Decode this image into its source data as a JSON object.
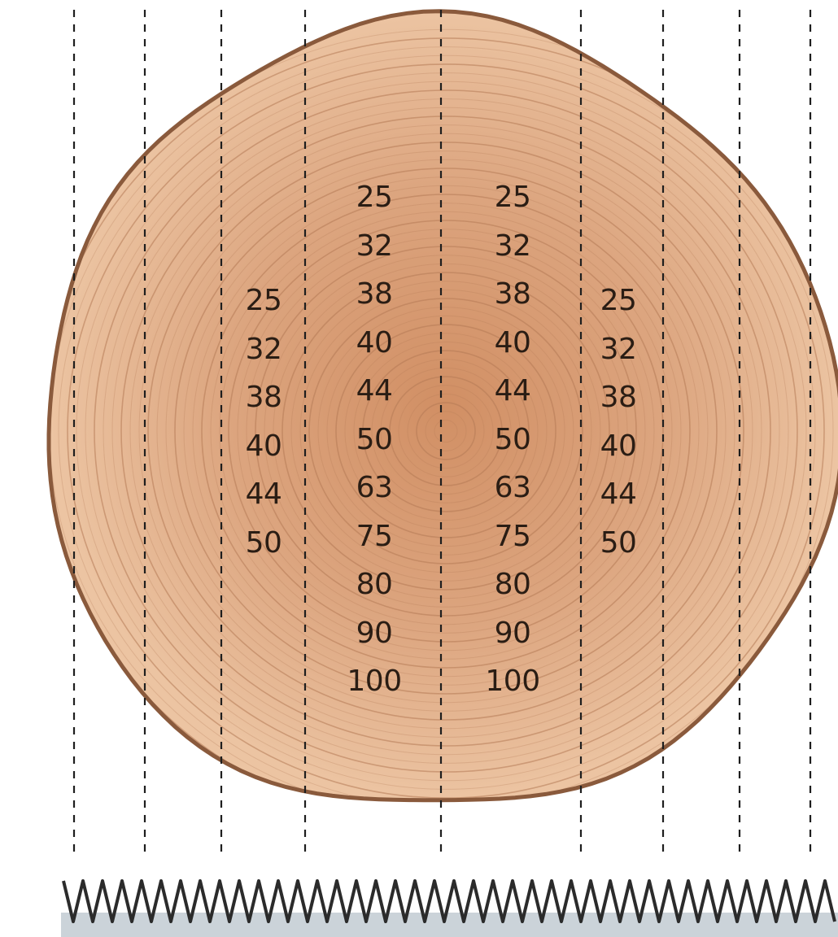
{
  "colors": {
    "background": "#ffffff",
    "wood_light": "#ecc4a2",
    "wood_mid": "#dca57f",
    "wood_core": "#d18f64",
    "bark": "#8a5a3c",
    "growth_ring": "#b47a55",
    "cut_line": "#1e1e1e",
    "saw_blade": "#2b2b2b",
    "saw_body": "#cbd3d9"
  },
  "log": {
    "icon": "tree-log-cross-section-icon"
  },
  "saw": {
    "icon": "saw-blade-teeth-icon"
  },
  "board_thickness_columns": [
    {
      "id": "left-outer",
      "values": [
        "25",
        "32",
        "38",
        "40",
        "44",
        "50"
      ]
    },
    {
      "id": "left-center",
      "values": [
        "25",
        "32",
        "38",
        "40",
        "44",
        "50",
        "63",
        "75",
        "80",
        "90",
        "100"
      ]
    },
    {
      "id": "right-center",
      "values": [
        "25",
        "32",
        "38",
        "40",
        "44",
        "50",
        "63",
        "75",
        "80",
        "90",
        "100"
      ]
    },
    {
      "id": "right-outer",
      "values": [
        "25",
        "32",
        "38",
        "40",
        "44",
        "50"
      ]
    }
  ]
}
